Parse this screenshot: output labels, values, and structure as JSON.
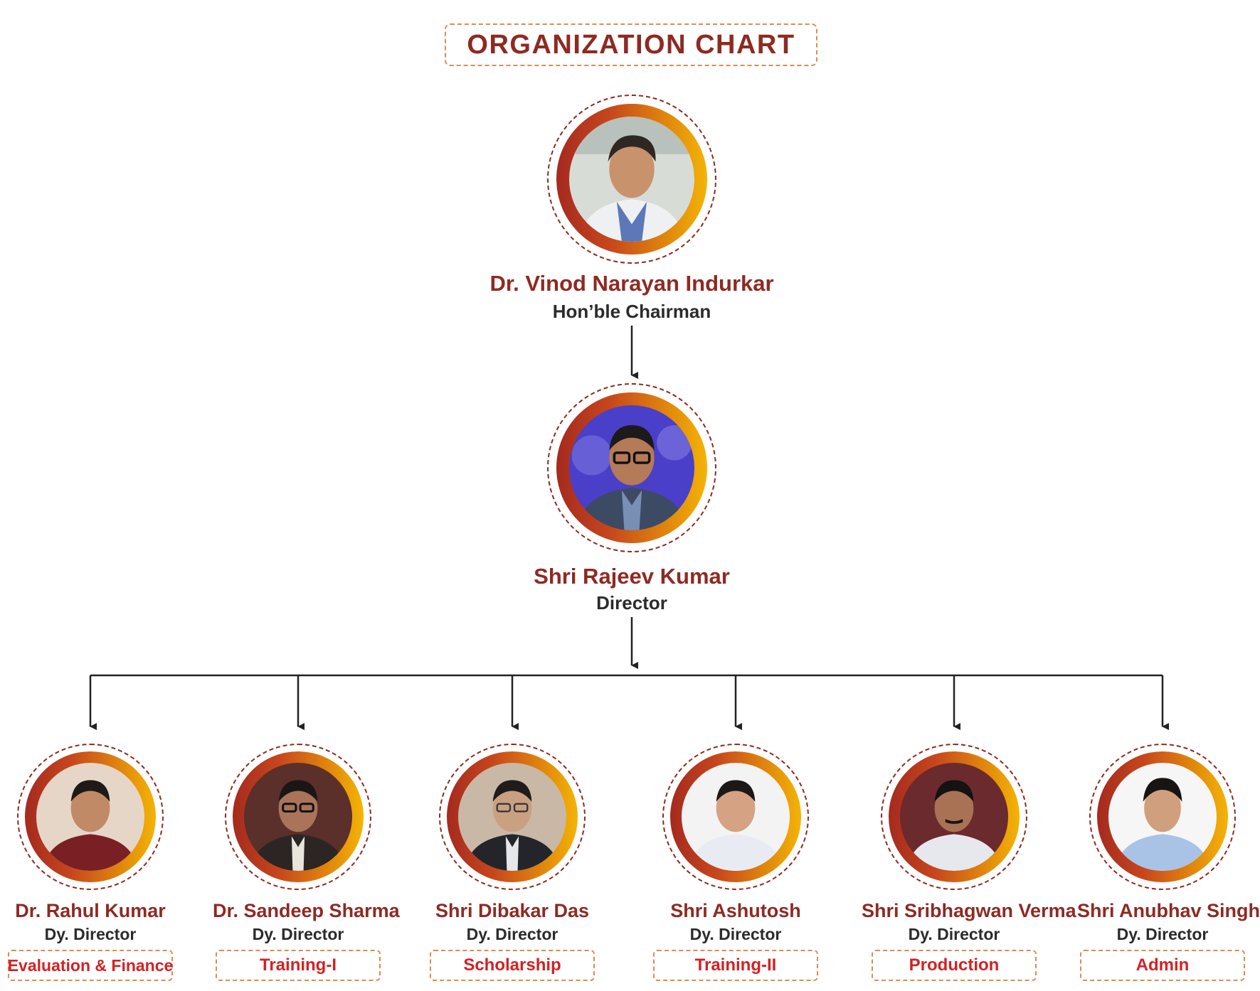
{
  "title": "ORGANIZATION CHART",
  "colors": {
    "accent": "#8e2a22",
    "dept_text": "#d32124",
    "dash_orange": "#e08a52",
    "line": "#222222"
  },
  "chairman": {
    "name": "Dr. Vinod Narayan Indurkar",
    "role": "Hon’ble Chairman",
    "photo": "chairman-portrait"
  },
  "director": {
    "name": "Shri Rajeev Kumar",
    "role": "Director",
    "photo": "director-portrait"
  },
  "deputies": [
    {
      "name": "Dr. Rahul Kumar",
      "role": "Dy. Director",
      "department": "Evaluation & Finance",
      "photo": "rahul-kumar-portrait"
    },
    {
      "name": "Dr. Sandeep Sharma",
      "role": "Dy. Director",
      "department": "Training-I",
      "photo": "sandeep-sharma-portrait"
    },
    {
      "name": "Shri Dibakar Das",
      "role": "Dy. Director",
      "department": "Scholarship",
      "photo": "dibakar-das-portrait"
    },
    {
      "name": "Shri Ashutosh",
      "role": "Dy. Director",
      "department": "Training-II",
      "photo": "ashutosh-portrait"
    },
    {
      "name": "Shri Sribhagwan Verma",
      "role": "Dy. Director",
      "department": "Production",
      "photo": "sribhagwan-verma-portrait"
    },
    {
      "name": "Shri Anubhav Singh",
      "role": "Dy. Director",
      "department": "Admin",
      "photo": "anubhav-singh-portrait"
    }
  ]
}
